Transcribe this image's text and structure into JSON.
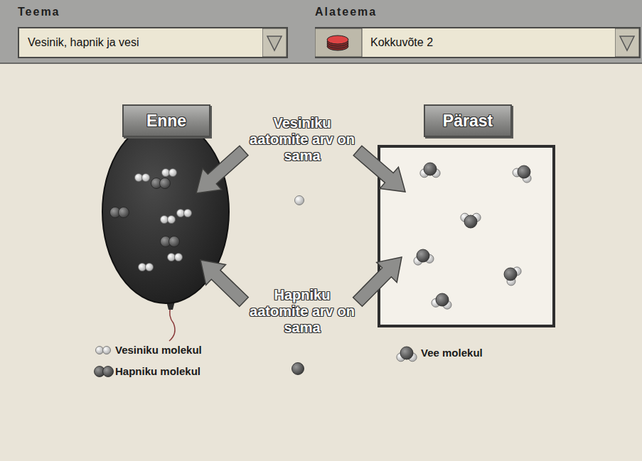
{
  "diagram": {
    "nodes": [
      {
        "text": [
          "Teema",
          "Vesinik, hapnik ja vesi"
        ]
      },
      {
        "text": [
          "Alateema",
          "Kokkuvõte 2"
        ]
      },
      {
        "text": [
          "Enne"
        ]
      },
      {
        "text": [
          "Pärast"
        ]
      }
    ],
    "labels": [
      "Vesiniku aatomite arv on sama",
      "Hapniku aatomite arv on sama"
    ],
    "legend": [
      {
        "text": "Vesiniku molekul"
      },
      {
        "text": "Hapniku molekul"
      },
      {
        "text": "Vee molekul"
      }
    ]
  }
}
